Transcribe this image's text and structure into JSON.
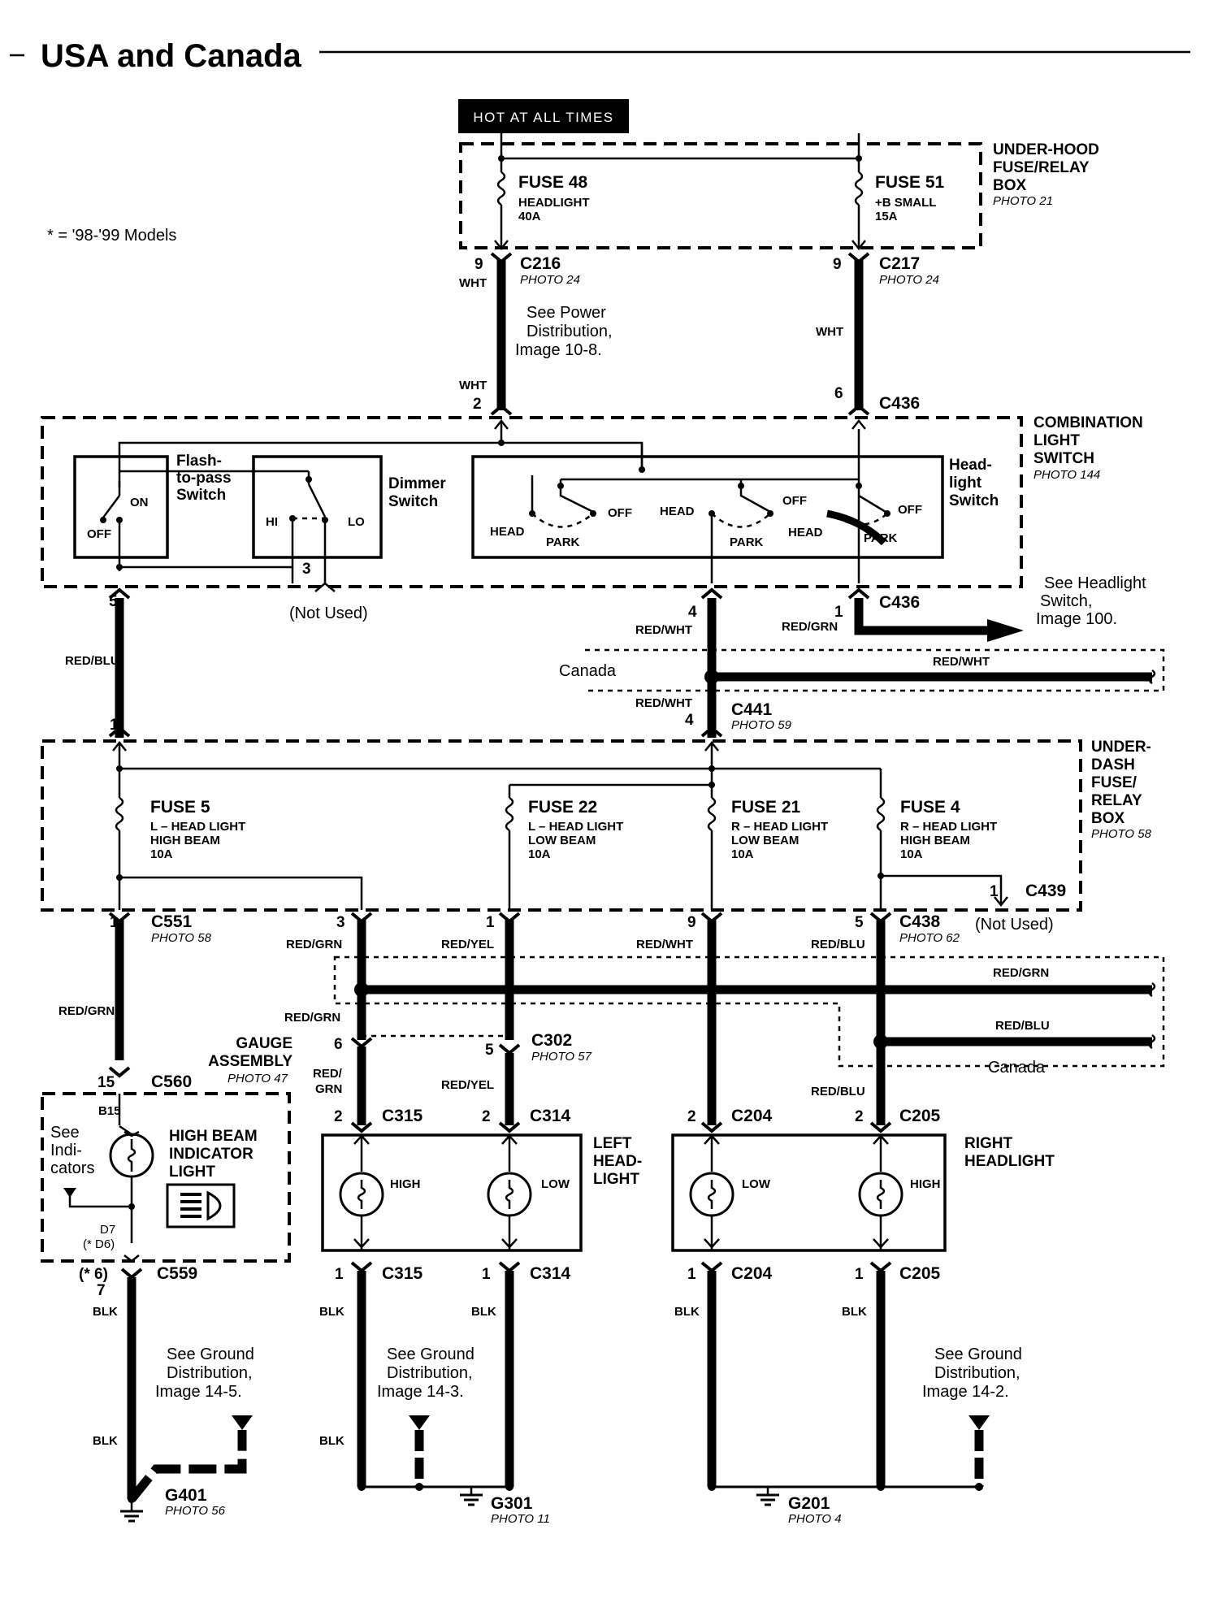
{
  "title": "USA and Canada",
  "hot_label": "HOT AT ALL TIMES",
  "model_note": "* = '98-'99 Models",
  "under_hood_box": {
    "l1": "UNDER-HOOD",
    "l2": "FUSE/RELAY",
    "l3": "BOX",
    "photo": "PHOTO 21"
  },
  "fuse48": {
    "name": "FUSE 48",
    "desc": "HEADLIGHT",
    "amp": "40A"
  },
  "fuse51": {
    "name": "FUSE 51",
    "desc": "+B SMALL",
    "amp": "15A"
  },
  "c216": {
    "name": "C216",
    "photo": "PHOTO 24",
    "pin": "9",
    "color": "WHT"
  },
  "c217": {
    "name": "C217",
    "photo": "PHOTO 24",
    "pin": "9"
  },
  "see_power": {
    "l1": "See Power",
    "l2": "Distribution,",
    "l3": "Image 10-8."
  },
  "wht": "WHT",
  "c436_top": {
    "name": "C436",
    "pin_left": "2",
    "pin_right": "6"
  },
  "combo_switch": {
    "l1": "COMBINATION",
    "l2": "LIGHT",
    "l3": "SWITCH",
    "photo": "PHOTO 144"
  },
  "flash": {
    "l1": "Flash-",
    "l2": "to-pass",
    "l3": "Switch",
    "on": "ON",
    "off": "OFF"
  },
  "dimmer": {
    "l1": "Dimmer",
    "l2": "Switch",
    "hi": "HI",
    "lo": "LO"
  },
  "headlight_sw": {
    "l1": "Head-",
    "l2": "light",
    "l3": "Switch",
    "off": "OFF",
    "head": "HEAD",
    "park": "PARK"
  },
  "c436_bottom": {
    "name": "C436",
    "pin5": "5",
    "pin3": "3",
    "pin4": "4",
    "pin1": "1"
  },
  "not_used": "(Not Used)",
  "see_headlight": {
    "l1": "See Headlight",
    "l2": "Switch,",
    "l3": "Image 100."
  },
  "wire_colors": {
    "red_blu": "RED/BLU",
    "red_wht": "RED/WHT",
    "red_grn": "RED/GRN",
    "red_yel": "RED/YEL",
    "red_slash": "RED/",
    "grn": "GRN",
    "blk": "BLK"
  },
  "canada": "Canada",
  "c441": {
    "name": "C441",
    "photo": "PHOTO 59",
    "pin1": "1",
    "pin4": "4"
  },
  "under_dash_box": {
    "l1": "UNDER-",
    "l2": "DASH",
    "l3": "FUSE/",
    "l4": "RELAY",
    "l5": "BOX",
    "photo": "PHOTO 58"
  },
  "fuse5": {
    "name": "FUSE 5",
    "d1": "L – HEAD LIGHT",
    "d2": "HIGH BEAM",
    "amp": "10A"
  },
  "fuse22": {
    "name": "FUSE 22",
    "d1": "L – HEAD LIGHT",
    "d2": "LOW BEAM",
    "amp": "10A"
  },
  "fuse21": {
    "name": "FUSE 21",
    "d1": "R – HEAD LIGHT",
    "d2": "LOW BEAM",
    "amp": "10A"
  },
  "fuse4": {
    "name": "FUSE 4",
    "d1": "R – HEAD LIGHT",
    "d2": "HIGH BEAM",
    "amp": "10A"
  },
  "c439": {
    "name": "C439",
    "pin": "1"
  },
  "c551": {
    "name": "C551",
    "photo": "PHOTO 58",
    "pin": "1"
  },
  "c438": {
    "name": "C438",
    "photo": "PHOTO 62",
    "pins": [
      "3",
      "1",
      "9",
      "5"
    ]
  },
  "gauge": {
    "l1": "GAUGE",
    "l2": "ASSEMBLY",
    "photo": "PHOTO 47"
  },
  "c560": {
    "name": "C560",
    "pin": "15"
  },
  "c302": {
    "name": "C302",
    "photo": "PHOTO 57",
    "pin6": "6",
    "pin5": "5"
  },
  "b15": "B15",
  "see_indicators": {
    "l1": "See",
    "l2": "Indi-",
    "l3": "cators"
  },
  "hb_indicator": {
    "l1": "HIGH BEAM",
    "l2": "INDICATOR",
    "l3": "LIGHT"
  },
  "d7": {
    "l1": "D7",
    "l2": "(* D6)"
  },
  "c559": {
    "name": "C559",
    "pin_a": "(* 6)",
    "pin_b": "7"
  },
  "c315": {
    "name": "C315",
    "pin2": "2",
    "pin1": "1"
  },
  "c314": {
    "name": "C314",
    "pin2": "2",
    "pin1": "1"
  },
  "c204": {
    "name": "C204",
    "pin2": "2",
    "pin1": "1"
  },
  "c205": {
    "name": "C205",
    "pin2": "2",
    "pin1": "1"
  },
  "left_headlight": {
    "l1": "LEFT",
    "l2": "HEAD-",
    "l3": "LIGHT",
    "high": "HIGH",
    "low": "LOW"
  },
  "right_headlight": {
    "l1": "RIGHT",
    "l2": "HEADLIGHT",
    "high": "HIGH",
    "low": "LOW"
  },
  "see_ground_5": {
    "l1": "See Ground",
    "l2": "Distribution,",
    "l3": "Image 14-5."
  },
  "see_ground_3": {
    "l1": "See Ground",
    "l2": "Distribution,",
    "l3": "Image 14-3."
  },
  "see_ground_2": {
    "l1": "See Ground",
    "l2": "Distribution,",
    "l3": "Image 14-2."
  },
  "g401": {
    "name": "G401",
    "photo": "PHOTO 56"
  },
  "g301": {
    "name": "G301",
    "photo": "PHOTO 11"
  },
  "g201": {
    "name": "G201",
    "photo": "PHOTO 4"
  }
}
